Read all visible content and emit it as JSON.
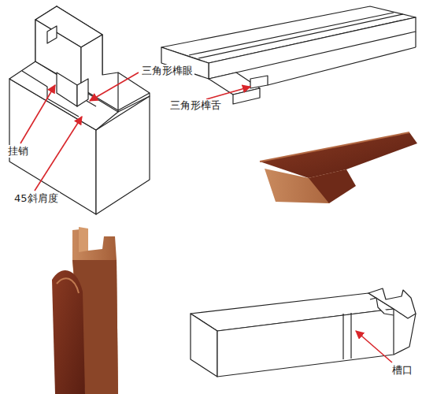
{
  "diagram": {
    "labels": [
      "三角形榫眼",
      "挂销",
      "45斜肩度",
      "三角形榫舌",
      "槽口"
    ]
  }
}
